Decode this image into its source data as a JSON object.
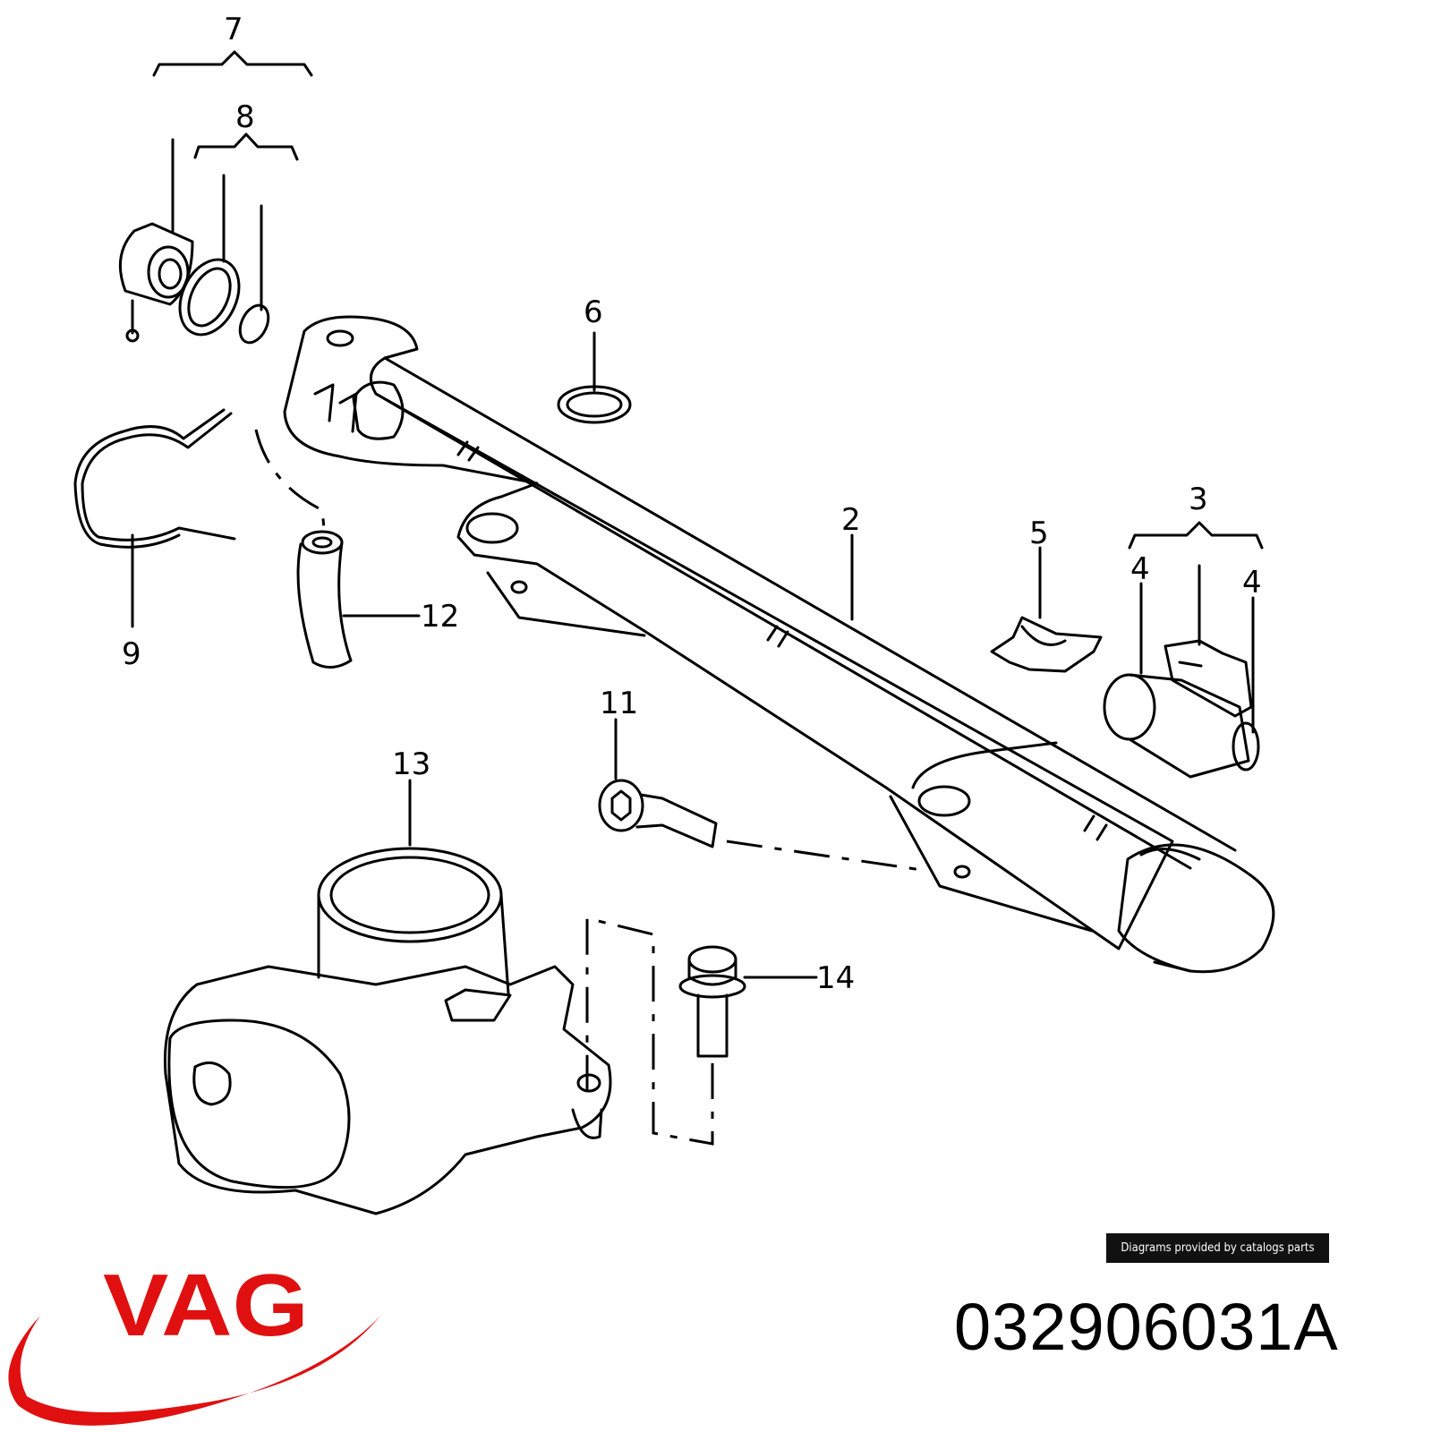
{
  "diagram": {
    "callouts": [
      {
        "id": "7",
        "label": "7"
      },
      {
        "id": "8",
        "label": "8"
      },
      {
        "id": "6",
        "label": "6"
      },
      {
        "id": "2",
        "label": "2"
      },
      {
        "id": "5",
        "label": "5"
      },
      {
        "id": "3",
        "label": "3"
      },
      {
        "id": "4a",
        "label": "4"
      },
      {
        "id": "4b",
        "label": "4"
      },
      {
        "id": "9",
        "label": "9"
      },
      {
        "id": "12",
        "label": "12"
      },
      {
        "id": "11",
        "label": "11"
      },
      {
        "id": "13",
        "label": "13"
      },
      {
        "id": "14",
        "label": "14"
      }
    ]
  },
  "footer": {
    "credit": "Diagrams provided by catalogs parts",
    "part_number": "032906031A",
    "brand_logo_text": "VAG",
    "brand_color": "#e01010"
  }
}
